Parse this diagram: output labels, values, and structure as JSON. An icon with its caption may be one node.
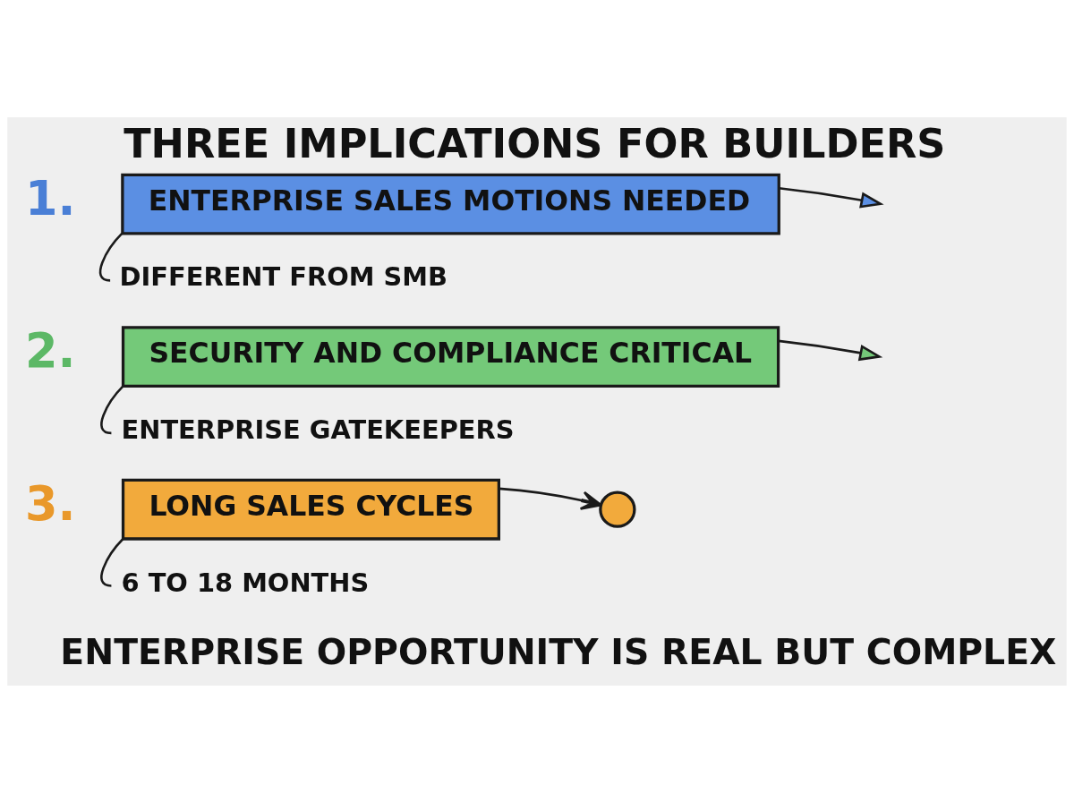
{
  "diagram": {
    "title": "THREE IMPLICATIONS FOR BUILDERS",
    "caption": "ENTERPRISE OPPORTUNITY IS REAL BUT COMPLEX",
    "nodes": [
      {
        "text": [
          "ENTERPRISE SALES MOTIONS NEEDED"
        ],
        "beside": [
          "1."
        ]
      },
      {
        "text": [
          "DIFFERENT FROM SMB"
        ]
      },
      {
        "text": [
          "SECURITY AND COMPLIANCE CRITICAL"
        ],
        "beside": [
          "2."
        ]
      },
      {
        "text": [
          "ENTERPRISE GATEKEEPERS"
        ]
      },
      {
        "text": [
          "LONG SALES CYCLES"
        ],
        "beside": [
          "3."
        ]
      },
      {
        "text": [
          "6 TO 18 MONTHS"
        ]
      },
      {
        "text": [],
        "shape": "circle"
      }
    ],
    "edges": [
      {
        "from": 0,
        "to": 1,
        "arrow": "none"
      },
      {
        "from": 0,
        "to": null,
        "arrow": "to"
      },
      {
        "from": 2,
        "to": 3,
        "arrow": "none"
      },
      {
        "from": 2,
        "to": null,
        "arrow": "to"
      },
      {
        "from": 4,
        "to": 5,
        "arrow": "none"
      },
      {
        "from": 4,
        "to": 6,
        "arrow": "to"
      }
    ]
  }
}
